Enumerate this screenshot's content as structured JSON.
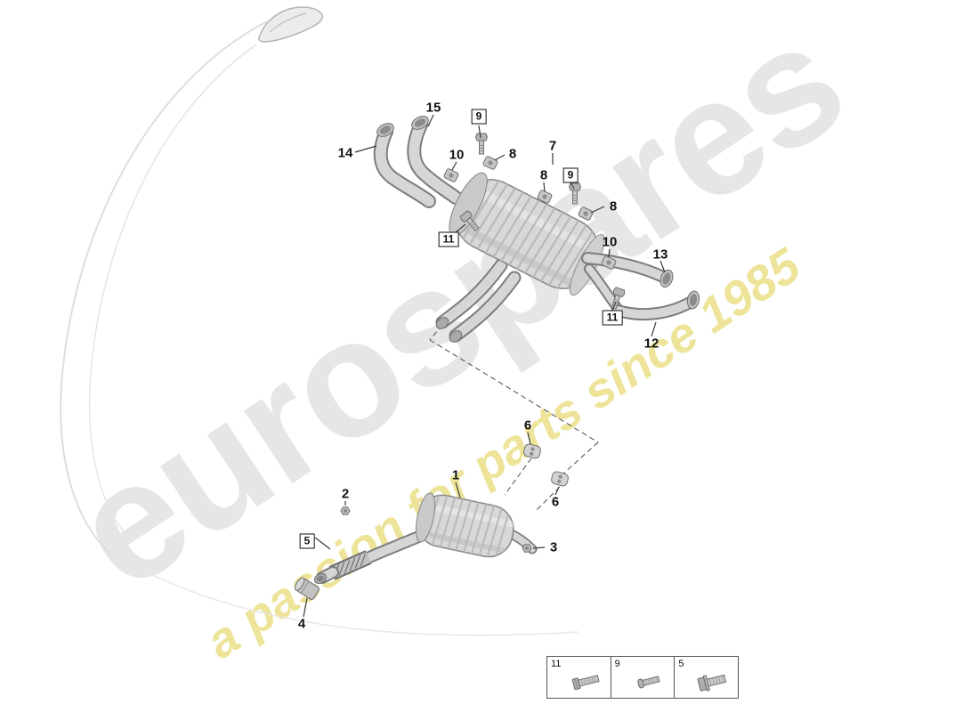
{
  "watermark": {
    "brand": "eurospares",
    "tagline": "a passion for parts since 1985",
    "brand_color": "#e6e6e6",
    "tagline_color": "#ece28f"
  },
  "callouts": {
    "n1": "1",
    "n2": "2",
    "n3": "3",
    "n4": "4",
    "n5": "5",
    "n6a": "6",
    "n6b": "6",
    "n7": "7",
    "n8a": "8",
    "n8b": "8",
    "n8c": "8",
    "n9a": "9",
    "n9b": "9",
    "n10a": "10",
    "n10b": "10",
    "n11a": "11",
    "n11b": "11",
    "n12": "12",
    "n13": "13",
    "n14": "14",
    "n15": "15"
  },
  "legend": {
    "items": [
      {
        "label": "11",
        "icon": "hex-head-bolt"
      },
      {
        "label": "9",
        "icon": "pan-head-screw"
      },
      {
        "label": "5",
        "icon": "hex-flange-bolt"
      }
    ]
  }
}
